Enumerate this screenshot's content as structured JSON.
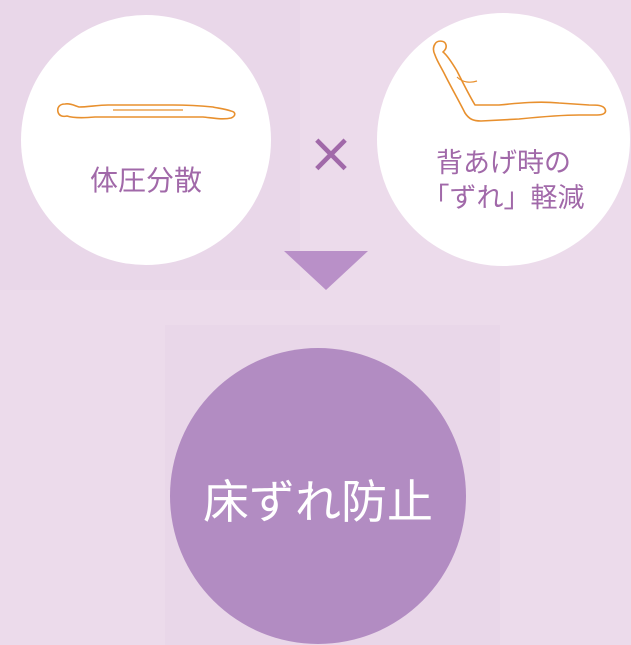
{
  "left_circle": {
    "label": "体圧分散",
    "icon": "lying-person-icon"
  },
  "operator": {
    "symbol": "×"
  },
  "right_circle": {
    "label_line1": "背あげ時の",
    "label_line2": "「ずれ」軽減",
    "icon": "reclining-person-icon"
  },
  "arrow": {
    "icon": "down-triangle-arrow-icon"
  },
  "result_circle": {
    "label": "床ずれ防止"
  },
  "colors": {
    "background": "#ecdbeb",
    "accent_text": "#a169a9",
    "figure_outline": "#e8902e",
    "result_circle": "#b28cc2",
    "arrow": "#b990c8"
  }
}
